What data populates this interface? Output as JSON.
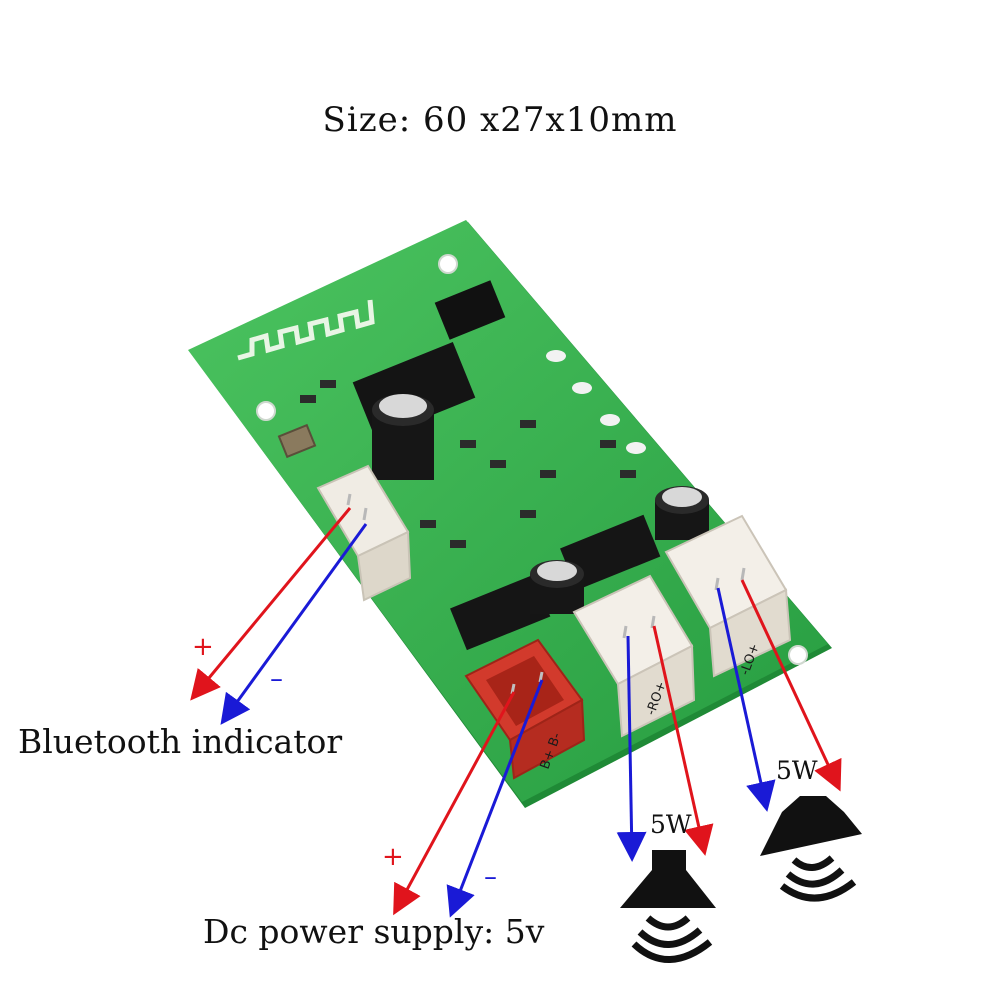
{
  "title": "Size: 60 x27x10mm",
  "bluetooth_indicator": {
    "label": "Bluetooth indicator",
    "plus": "+",
    "minus": "–"
  },
  "power_supply": {
    "label": "Dc power supply: 5v",
    "plus": "+",
    "minus": "–"
  },
  "speaker_right": {
    "power": "5W"
  },
  "speaker_left": {
    "power": "5W"
  },
  "board_pin_labels": {
    "battery": "B+  B-",
    "right_out": "-RO+",
    "left_out": "-LO+"
  },
  "colors": {
    "positive_wire": "#e0141c",
    "negative_wire": "#1a1ad6",
    "pcb": "#2fa84a",
    "power_connector": "#d23a2c"
  },
  "icons": [
    "pcb-board-image",
    "speaker-icon",
    "arrow-icon"
  ]
}
